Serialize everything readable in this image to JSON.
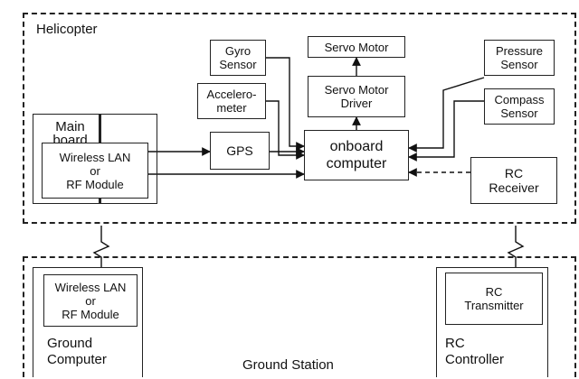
{
  "helicopter": {
    "title": "Helicopter",
    "main_board": {
      "title": "Main board",
      "module": "Wireless LAN\nor\nRF Module"
    },
    "gyro_sensor": "Gyro\nSensor",
    "accelerometer": "Accelero-\nmeter",
    "gps": "GPS",
    "servo_motor": "Servo Motor",
    "servo_motor_driver": "Servo Motor\nDriver",
    "onboard_computer": "onboard\ncomputer",
    "pressure_sensor": "Pressure\nSensor",
    "compass_sensor": "Compass\nSensor",
    "rc_receiver": "RC\nReceiver"
  },
  "ground_station": {
    "title": "Ground Station",
    "ground_computer": {
      "module": "Wireless LAN\nor\nRF Module",
      "label": "Ground\nComputer"
    },
    "rc_controller": {
      "module": "RC\nTransmitter",
      "label": "RC\nController"
    }
  }
}
